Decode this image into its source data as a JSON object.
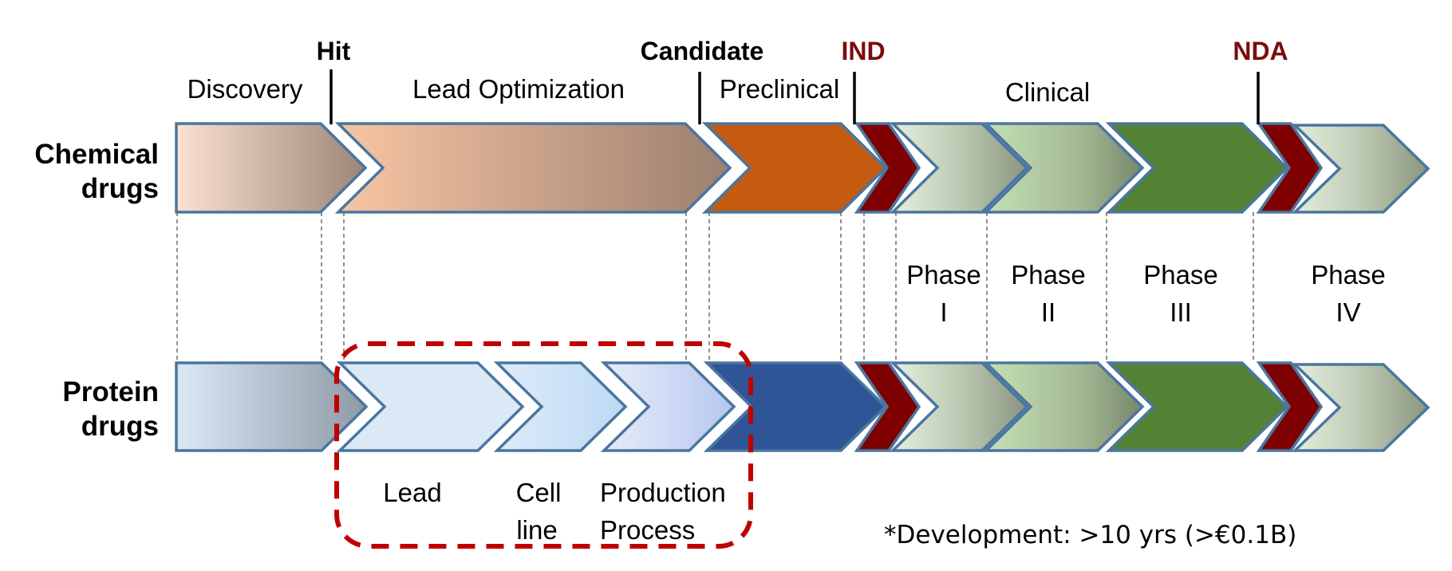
{
  "rows": {
    "chemical": {
      "line1": "Chemical",
      "line2": "drugs"
    },
    "protein": {
      "line1": "Protein",
      "line2": "drugs"
    }
  },
  "milestones": {
    "hit": {
      "label": "Hit",
      "color": "#000000"
    },
    "candidate": {
      "label": "Candidate",
      "color": "#000000"
    },
    "ind": {
      "label": "IND",
      "color": "#7b0c0c"
    },
    "nda": {
      "label": "NDA",
      "color": "#7b0c0c"
    }
  },
  "stages": {
    "discovery": "Discovery",
    "lead_optimization": "Lead Optimization",
    "preclinical": "Preclinical",
    "clinical": "Clinical"
  },
  "phases": [
    {
      "line1": "Phase",
      "line2": "I"
    },
    {
      "line1": "Phase",
      "line2": "II"
    },
    {
      "line1": "Phase",
      "line2": "III"
    },
    {
      "line1": "Phase",
      "line2": "IV"
    }
  ],
  "protein_substeps": [
    {
      "line1": "Lead",
      "line2": ""
    },
    {
      "line1": "Cell",
      "line2": "line"
    },
    {
      "line1": "Production",
      "line2": "Process"
    }
  ],
  "footnote": "*Development: >10 yrs (>€0.1B)",
  "colors": {
    "outline": "#4a76a0",
    "preclinical_chemical": "#c55a11",
    "preclinical_protein": "#2f5597",
    "regulatory": "#7f0000",
    "phase3": "#548235",
    "highlight_box": "#c00000"
  }
}
